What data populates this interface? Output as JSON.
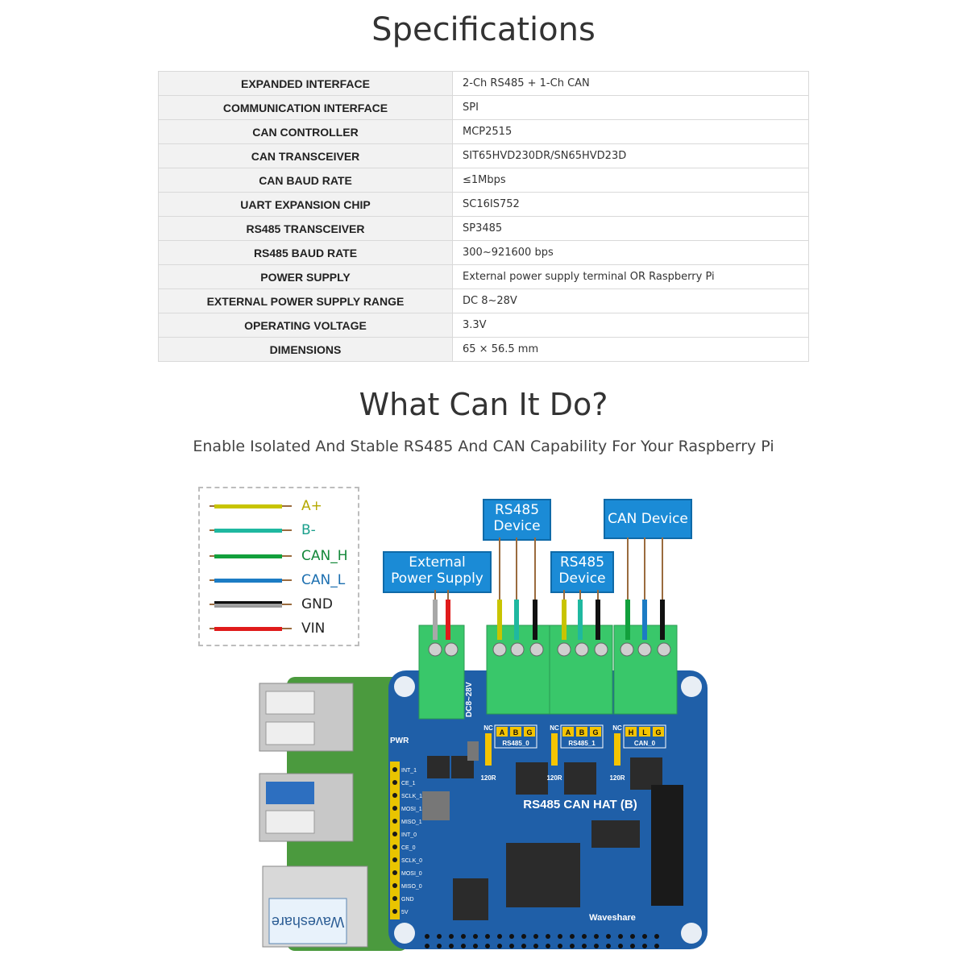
{
  "specs": {
    "title": "Specifications",
    "rows": [
      {
        "key": "EXPANDED INTERFACE",
        "value": "2-Ch RS485 + 1-Ch CAN"
      },
      {
        "key": "COMMUNICATION INTERFACE",
        "value": "SPI"
      },
      {
        "key": "CAN CONTROLLER",
        "value": "MCP2515"
      },
      {
        "key": "CAN TRANSCEIVER",
        "value": "SIT65HVD230DR/SN65HVD23D"
      },
      {
        "key": "CAN BAUD RATE",
        "value": "≤1Mbps"
      },
      {
        "key": "UART EXPANSION CHIP",
        "value": "SC16IS752"
      },
      {
        "key": "RS485 TRANSCEIVER",
        "value": "SP3485"
      },
      {
        "key": "RS485 BAUD RATE",
        "value": "300~921600 bps"
      },
      {
        "key": "POWER SUPPLY",
        "value": "External power supply terminal OR Raspberry Pi"
      },
      {
        "key": "EXTERNAL POWER SUPPLY RANGE",
        "value": "DC 8~28V"
      },
      {
        "key": "OPERATING VOLTAGE",
        "value": "3.3V"
      },
      {
        "key": "DIMENSIONS",
        "value": "65 × 56.5 mm"
      }
    ]
  },
  "what": {
    "title": "What Can It Do?",
    "subtitle": "Enable Isolated And Stable RS485 And CAN Capability For Your Raspberry Pi"
  },
  "legend": [
    {
      "label": "A+",
      "color": "#c8c400",
      "text_color": "#b5a800"
    },
    {
      "label": "B-",
      "color": "#1fb8a0",
      "text_color": "#1a9f8c"
    },
    {
      "label": "CAN_H",
      "color": "#12a03c",
      "text_color": "#14883a"
    },
    {
      "label": "CAN_L",
      "color": "#1c7cc4",
      "text_color": "#1c6fb0"
    },
    {
      "label": "GND",
      "color": "#111111",
      "text_color": "#222222"
    },
    {
      "label": "VIN",
      "color": "#e01b1b",
      "text_color": "#222222"
    }
  ],
  "callouts": {
    "external_power": [
      "External",
      "Power Supply"
    ],
    "rs485_device_1": [
      "RS485",
      "Device"
    ],
    "rs485_device_2": [
      "RS485",
      "Device"
    ],
    "can_device": "CAN Device"
  },
  "board": {
    "name": "RS485 CAN HAT (B)",
    "brand": "Waveshare",
    "dc_label": "DC8~28V",
    "pwr_label": "PWR",
    "port_labels": [
      "RS485_0",
      "RS485_1",
      "CAN_0"
    ],
    "rs485_pins": [
      "A",
      "B",
      "G"
    ],
    "can_pins": [
      "H",
      "L",
      "G"
    ],
    "nc_label": "NC",
    "res_label": "120R",
    "header_pins": [
      "INT_1",
      "CE_1",
      "SCLK_1",
      "MOSI_1",
      "MISO_1",
      "INT_0",
      "CE_0",
      "SCLK_0",
      "MOSI_0",
      "MISO_0",
      "GND",
      "5V"
    ],
    "sticker": "Waveshare",
    "colors": {
      "pcb": "#1f5fa8",
      "terminal": "#39c76a",
      "pi_pcb": "#4b9a3e"
    }
  }
}
